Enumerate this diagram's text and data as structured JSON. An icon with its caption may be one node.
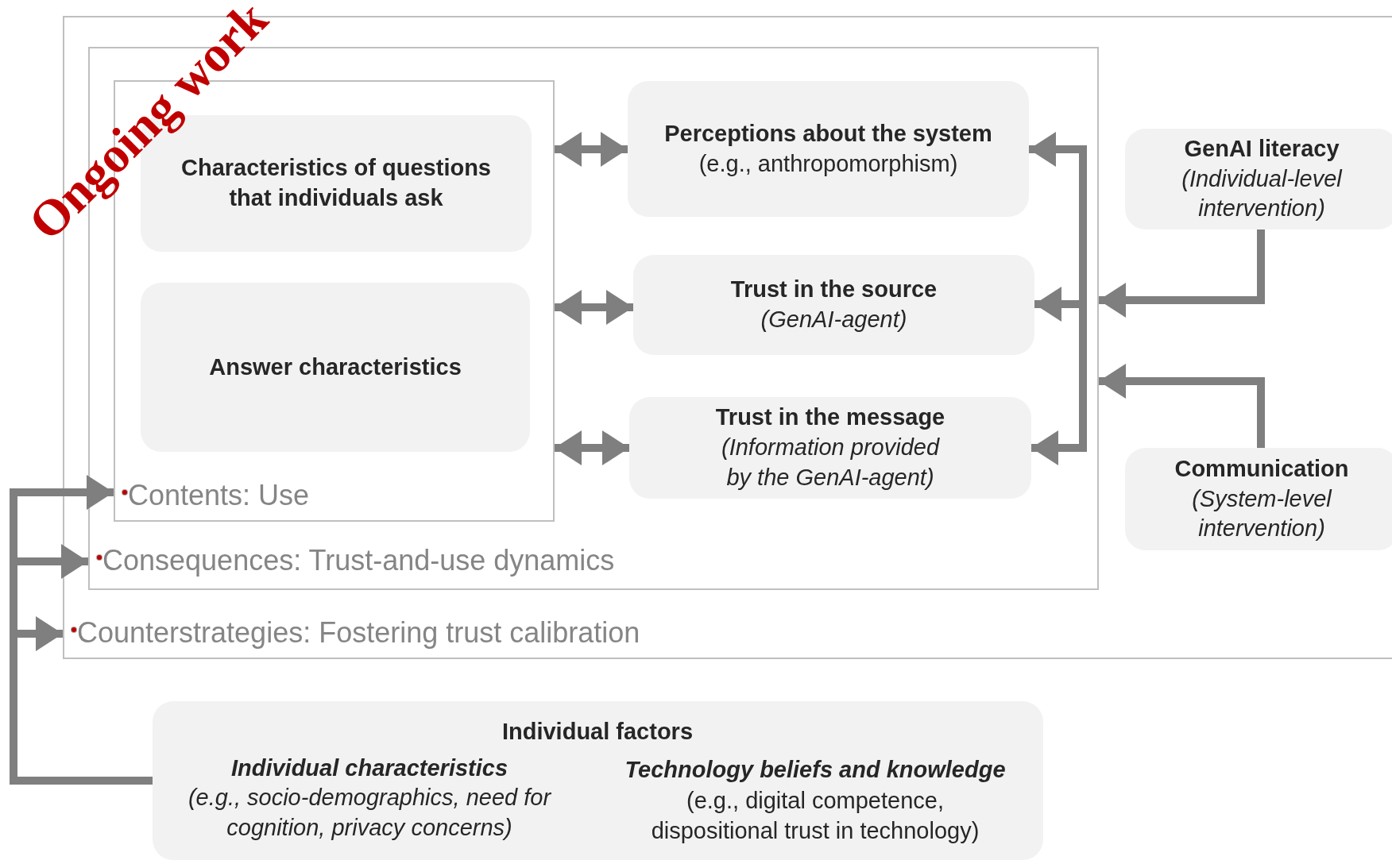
{
  "diagram": {
    "nodes": [
      {
        "text": [
          "Counterstrategies: Fostering trust calibration"
        ]
      },
      {
        "text": [
          "Consequences: Trust-and-use dynamics"
        ],
        "in": 0
      },
      {
        "text": [
          "Contents: Use"
        ],
        "in": 1
      },
      {
        "text": [
          "Characteristics of questions that individuals ask"
        ],
        "in": 2
      },
      {
        "text": [
          "Answer characteristics"
        ],
        "in": 2
      },
      {
        "text": [
          "Perceptions about the system",
          "(e.g., anthropomorphism)"
        ],
        "in": 1
      },
      {
        "text": [
          "Trust in the source",
          "(GenAI-agent)"
        ],
        "in": 1
      },
      {
        "text": [
          "Trust in the message",
          "(Information provided by the GenAI-agent)"
        ],
        "in": 1
      },
      {
        "text": [
          "GenAI literacy",
          "(Individual-level intervention)"
        ],
        "in": 0
      },
      {
        "text": [
          "Communication",
          "(System-level intervention)"
        ],
        "in": 0
      },
      {
        "text": [
          "Individual factors",
          "Individual characteristics",
          "(e.g., socio-demographics, need for cognition, privacy concerns)",
          "Technology beliefs and knowledge",
          "(e.g., digital competence, dispositional trust in technology)"
        ]
      }
    ],
    "edges": [
      {
        "from": 2,
        "to": 5,
        "arrow": "both"
      },
      {
        "from": 2,
        "to": 6,
        "arrow": "both"
      },
      {
        "from": 2,
        "to": 7,
        "arrow": "both"
      },
      {
        "from": null,
        "to": 5,
        "arrow": "to"
      },
      {
        "from": null,
        "to": 6,
        "arrow": "to"
      },
      {
        "from": null,
        "to": 7,
        "arrow": "to"
      },
      {
        "from": 8,
        "to": 1,
        "arrow": "to"
      },
      {
        "from": 9,
        "to": 1,
        "arrow": "to"
      },
      {
        "from": 10,
        "to": 2,
        "arrow": "to"
      },
      {
        "from": 10,
        "to": 1,
        "arrow": "to"
      },
      {
        "from": 10,
        "to": 0,
        "arrow": "to"
      }
    ],
    "labels": [
      "Ongoing work"
    ]
  }
}
